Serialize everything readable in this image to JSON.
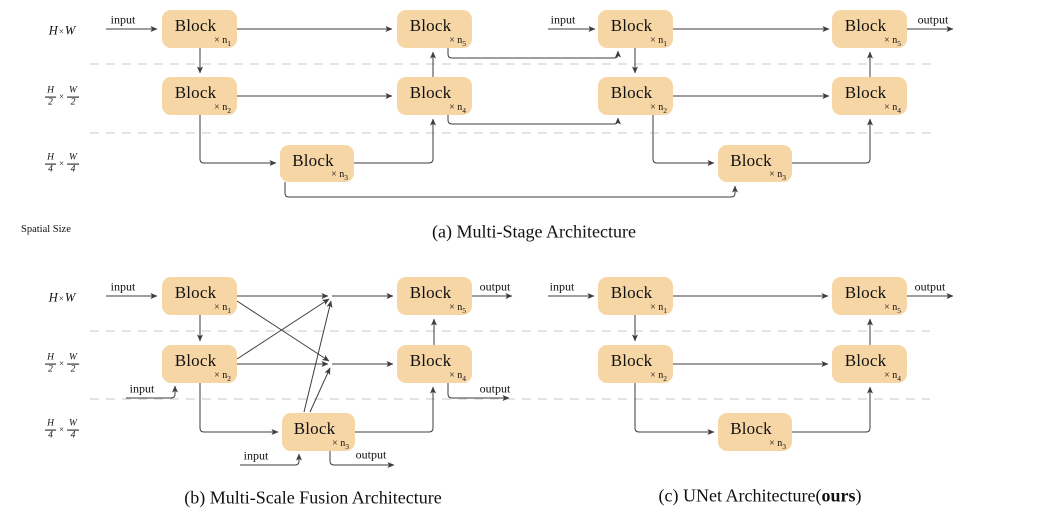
{
  "palette": {
    "block_fill": "#F7D6A6",
    "wire_color": "#3d3d3d",
    "dashed_separator_color": "#dbdbdb",
    "text_color": "#111111",
    "background": "#ffffff"
  },
  "axis": {
    "spatial_size": "Spatial Size",
    "row1": {
      "v1": "H",
      "op": "×",
      "v2": "W"
    },
    "row2": {
      "n1": "H",
      "d1": "2",
      "op": "×",
      "n2": "W",
      "d2": "2"
    },
    "row3": {
      "n1": "H",
      "d1": "4",
      "op": "×",
      "n2": "W",
      "d2": "4"
    }
  },
  "captions": {
    "a": "(a) Multi-Stage Architecture",
    "b": "(b) Multi-Scale Fusion Architecture",
    "c_prefix": "(c) UNet Architecture(",
    "c_bold": "ours",
    "c_suffix": ")"
  },
  "blocks": {
    "a": [
      {
        "label": "Block",
        "mult": "× n",
        "sub": "1"
      },
      {
        "label": "Block",
        "mult": "× n",
        "sub": "2"
      },
      {
        "label": "Block",
        "mult": "× n",
        "sub": "3"
      },
      {
        "label": "Block",
        "mult": "× n",
        "sub": "4"
      },
      {
        "label": "Block",
        "mult": "× n",
        "sub": "5"
      },
      {
        "label": "Block",
        "mult": "× n",
        "sub": "1"
      },
      {
        "label": "Block",
        "mult": "× n",
        "sub": "2"
      },
      {
        "label": "Block",
        "mult": "× n",
        "sub": "3"
      },
      {
        "label": "Block",
        "mult": "× n",
        "sub": "4"
      },
      {
        "label": "Block",
        "mult": "× n",
        "sub": "5"
      }
    ],
    "b": [
      {
        "label": "Block",
        "mult": "× n",
        "sub": "1"
      },
      {
        "label": "Block",
        "mult": "× n",
        "sub": "2"
      },
      {
        "label": "Block",
        "mult": "× n",
        "sub": "3"
      },
      {
        "label": "Block",
        "mult": "× n",
        "sub": "4"
      },
      {
        "label": "Block",
        "mult": "× n",
        "sub": "5"
      }
    ],
    "c": [
      {
        "label": "Block",
        "mult": "× n",
        "sub": "1"
      },
      {
        "label": "Block",
        "mult": "× n",
        "sub": "2"
      },
      {
        "label": "Block",
        "mult": "× n",
        "sub": "3"
      },
      {
        "label": "Block",
        "mult": "× n",
        "sub": "4"
      },
      {
        "label": "Block",
        "mult": "× n",
        "sub": "5"
      }
    ]
  },
  "io": {
    "a": {
      "input_stage1": "input",
      "input_stage2": "input",
      "output": "output"
    },
    "b": {
      "input_n1": "input",
      "input_n2": "input",
      "input_n3": "input",
      "output_n5": "output",
      "output_n4": "output",
      "output_n3": "output"
    },
    "c": {
      "input": "input",
      "output": "output"
    }
  }
}
